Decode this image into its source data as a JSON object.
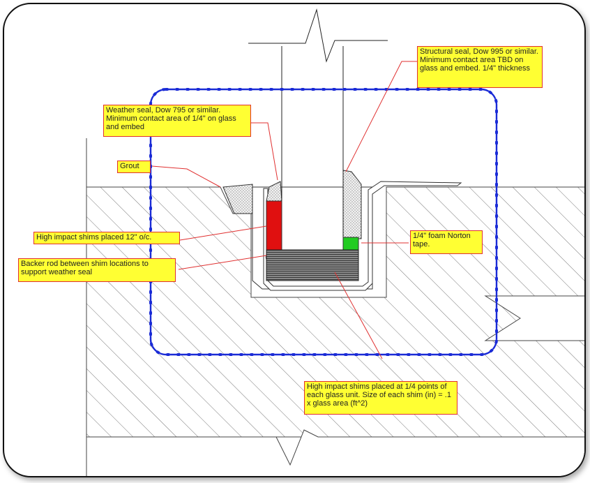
{
  "colors": {
    "callout_fill": "#ffff33",
    "leader": "#e03030",
    "cloud": "#1a2bd6",
    "weather_seal": "#e01010",
    "foam_tape": "#22cc22",
    "backer_rod": "#c9a6f0",
    "line": "#333333"
  },
  "callouts": {
    "structural_seal": "Structural seal, Dow 995 or similar.  Minimum contact area TBD on glass and embed.  1/4\" thickness",
    "weather_seal": "Weather seal, Dow 795 or similar.  Minimum contact area of 1/4\" on glass and embed",
    "grout": "Grout",
    "shims_12": "High impact shims placed 12\" o/c.",
    "backer_rod": "Backer rod between shim locations to support weather seal",
    "foam_tape": "1/4\" foam Norton tape.",
    "shims_quarter": "High impact shims placed at 1/4 points of each glass unit.  Size of each shim (in) = .1 x glass area (ft^2)"
  }
}
